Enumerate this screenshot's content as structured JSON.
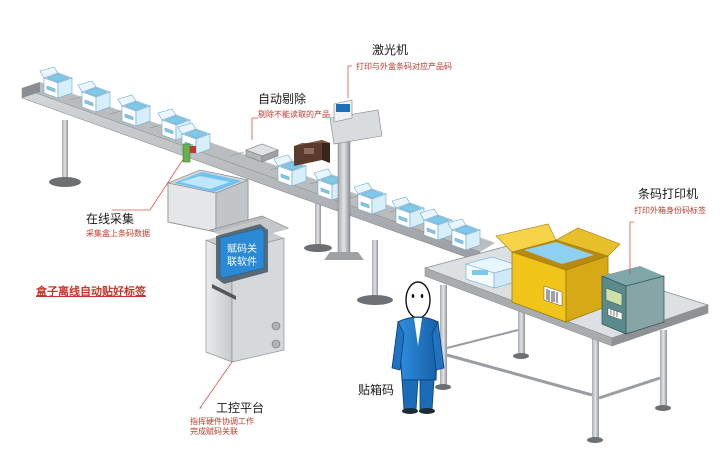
{
  "labels": {
    "laser": {
      "title": "激光机",
      "sub": "打印与外盒条码对应产品码"
    },
    "reject": {
      "title": "自动剔除",
      "sub": "剔除不能读取的产品"
    },
    "collect": {
      "title": "在线采集",
      "sub": "采集盒上条码数据"
    },
    "headline": "盒子离线自动贴好标签",
    "printer": {
      "title": "条码打印机",
      "sub": "打印外箱身份码标签"
    },
    "control": {
      "title": "工控平台",
      "sub1": "指挥硬件协调工作",
      "sub2": "完成赋码关联"
    },
    "packer": "贴箱码",
    "screen": [
      "赋码关",
      "联软件"
    ]
  },
  "colors": {
    "leader": "#d9534f",
    "accent_red": "#c0392b",
    "box_blue": "#7ec8ea",
    "worker_blue": "#1e7fd0"
  }
}
